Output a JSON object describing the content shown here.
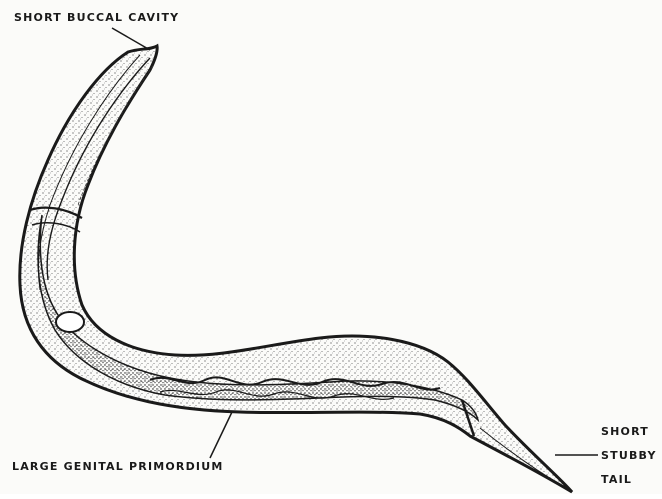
{
  "labels": {
    "buccal_cavity": "SHORT BUCCAL CAVITY",
    "genital_primordium": "LARGE GENITAL PRIMORDIUM",
    "tail_line1": "SHORT",
    "tail_line2": "STUBBY",
    "tail_line3": "TAIL"
  },
  "colors": {
    "ink": "#1a1a1a",
    "paper": "#fbfbf9"
  }
}
